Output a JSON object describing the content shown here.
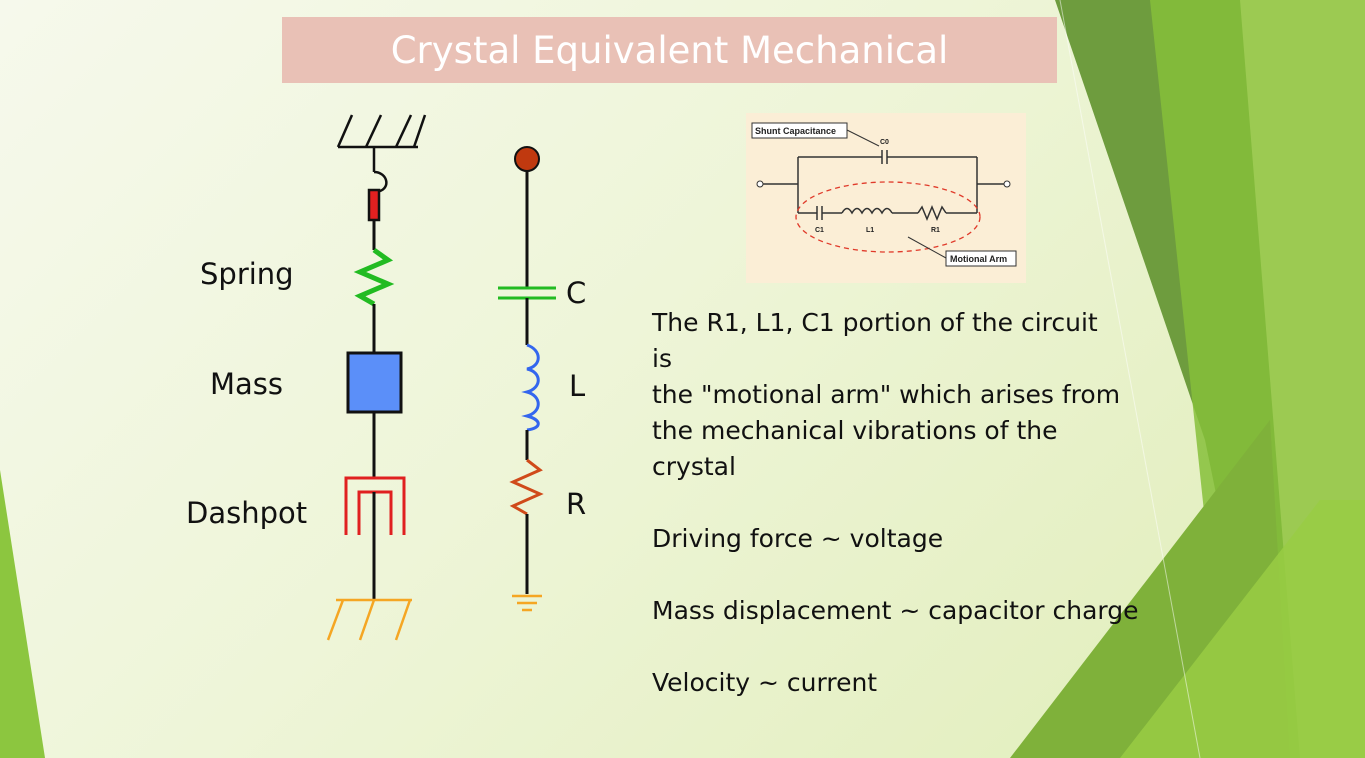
{
  "slide": {
    "title": "Crystal Equivalent Mechanical"
  },
  "mechanical": {
    "spring_label": "Spring",
    "mass_label": "Mass",
    "dashpot_label": "Dashpot"
  },
  "electrical": {
    "c_label": "C",
    "l_label": "L",
    "r_label": "R"
  },
  "inset": {
    "shunt_label": "Shunt Capacitance",
    "c0_label": "C0",
    "c1_label": "C1",
    "l1_label": "L1",
    "r1_label": "R1",
    "motional_label": "Motional Arm"
  },
  "text": {
    "line1": "The R1, L1, C1 portion of the circuit",
    "line2": "is",
    "line3": "the \"motional arm\" which arises from",
    "line4": "the mechanical vibrations of the",
    "line5": "crystal",
    "line6": "Driving force ~ voltage",
    "line7": "Mass displacement ~ capacitor charge",
    "line8": "Velocity ~ current"
  },
  "colors": {
    "title_bg": "#e9c1b6",
    "spring": "#22bb22",
    "mass": "#5b8ff9",
    "dashpot": "#e02020",
    "ground": "#f5a623",
    "capacitor": "#22bb22",
    "inductor": "#3366ee",
    "resistor": "#d04a1a",
    "terminal": "#c0390f",
    "accent_green": "#8cc63f"
  }
}
